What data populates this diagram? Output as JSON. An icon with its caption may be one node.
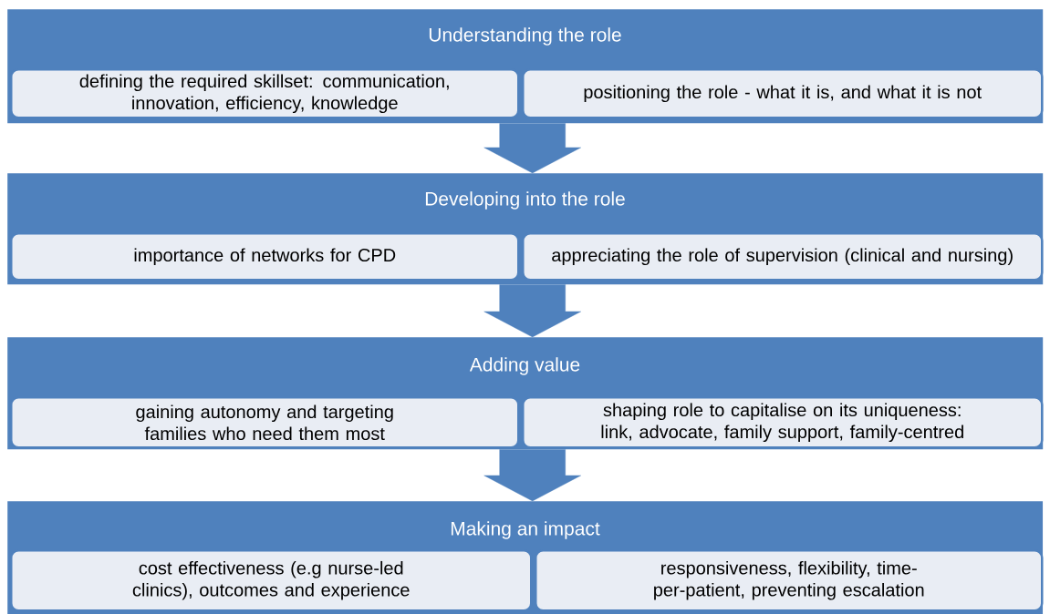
{
  "diagram": {
    "nodes": [
      {
        "text": [
          "Understanding the role"
        ]
      },
      {
        "text": [
          "defining the required skillset: communication, innovation, efficiency, knowledge"
        ],
        "in": 0
      },
      {
        "text": [
          "positioning the role - what it is, and what it is not"
        ],
        "in": 0
      },
      {
        "text": [
          "Developing into the role"
        ]
      },
      {
        "text": [
          "importance of networks for CPD"
        ],
        "in": 3
      },
      {
        "text": [
          "appreciating the role of supervision (clinical and nursing)"
        ],
        "in": 3
      },
      {
        "text": [
          "Adding value"
        ]
      },
      {
        "text": [
          "gaining autonomy and targeting families who need them most"
        ],
        "in": 6
      },
      {
        "text": [
          "shaping role to capitalise on its uniqueness: link, advocate, family support, family-centred"
        ],
        "in": 6
      },
      {
        "text": [
          "Making an impact"
        ]
      },
      {
        "text": [
          "cost effectiveness (e.g nurse-led clinics), outcomes and experience"
        ],
        "in": 9
      },
      {
        "text": [
          "responsiveness, flexibility, time-per-patient, preventing escalation"
        ],
        "in": 9
      }
    ],
    "edges": [
      {
        "from": 0,
        "to": 3,
        "arrow": "to"
      },
      {
        "from": 3,
        "to": 6,
        "arrow": "to"
      },
      {
        "from": 6,
        "to": 9,
        "arrow": "to"
      }
    ]
  }
}
